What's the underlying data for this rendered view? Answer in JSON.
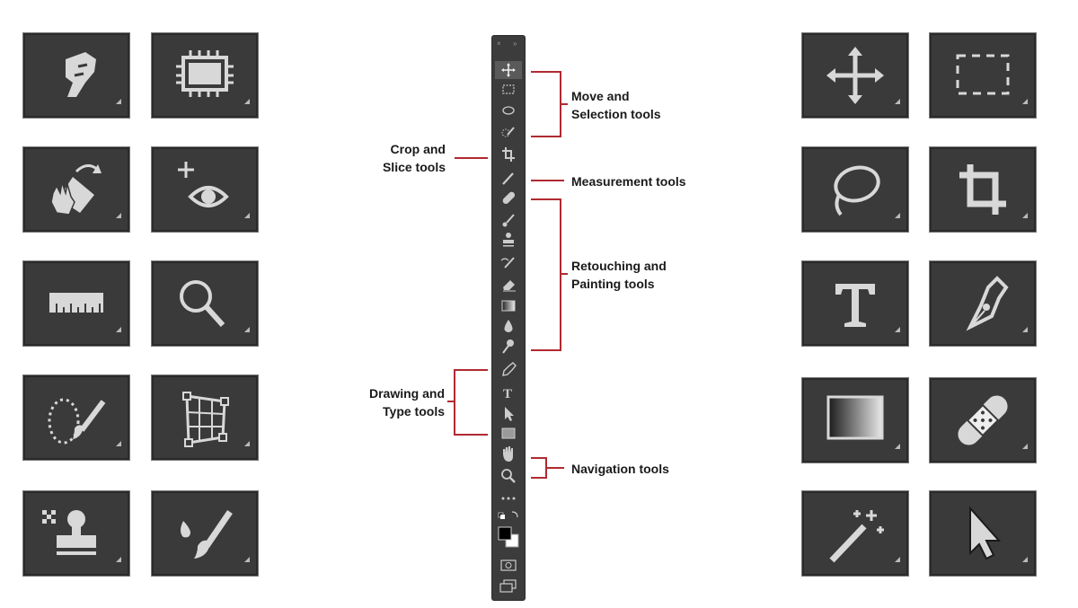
{
  "labels": {
    "move_selection": [
      "Move and",
      "Selection tools"
    ],
    "crop_slice": [
      "Crop and",
      "Slice tools"
    ],
    "measurement": [
      "Measurement tools"
    ],
    "retouching_painting": [
      "Retouching and",
      "Painting tools"
    ],
    "drawing_type": [
      "Drawing and",
      "Type tools"
    ],
    "navigation": [
      "Navigation tools"
    ]
  },
  "toolbar": {
    "tools": [
      "move-tool-icon",
      "marquee-tool-icon",
      "lasso-tool-icon",
      "quick-selection-tool-icon",
      "crop-tool-icon",
      "eyedropper-tool-icon",
      "healing-brush-tool-icon",
      "brush-tool-icon",
      "clone-stamp-tool-icon",
      "history-brush-tool-icon",
      "eraser-tool-icon",
      "gradient-tool-icon",
      "blur-tool-icon",
      "dodge-tool-icon",
      "pen-tool-icon",
      "type-tool-icon",
      "path-selection-tool-icon",
      "rectangle-tool-icon",
      "hand-tool-icon",
      "zoom-tool-icon",
      "edit-toolbar-icon"
    ]
  },
  "tiles_left": [
    "puppet-warp-icon",
    "content-aware-scale-icon",
    "rotate-view-icon",
    "color-sampler-icon",
    "ruler-icon",
    "zoom-icon",
    "quick-selection-icon",
    "perspective-crop-icon",
    "pattern-stamp-icon",
    "mixer-brush-icon"
  ],
  "tiles_right": [
    "move-icon",
    "rectangular-marquee-icon",
    "lasso-icon",
    "crop-icon",
    "type-icon",
    "pen-icon",
    "gradient-icon",
    "healing-bandage-icon",
    "magic-wand-icon",
    "pointer-arrow-icon"
  ],
  "colors": {
    "bracket": "#b02a30",
    "tile_bg": "#3a3a3a",
    "icon": "#d8d8d8"
  }
}
